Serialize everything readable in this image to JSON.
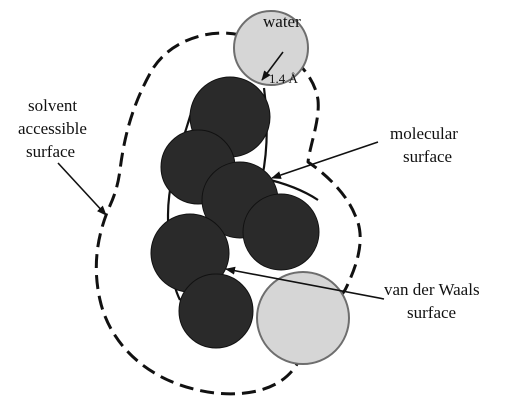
{
  "labels": {
    "water": "water",
    "probe_radius": "1.4 Å",
    "sas_line1": "solvent",
    "sas_line2": "accessible",
    "sas_line3": "surface",
    "ms_line1": "molecular",
    "ms_line2": "surface",
    "vdw_line1": "van der Waals",
    "vdw_line2": "surface"
  },
  "colors": {
    "atom": "#2a2a2a",
    "probe": "#d6d6d6",
    "line": "#111111"
  }
}
